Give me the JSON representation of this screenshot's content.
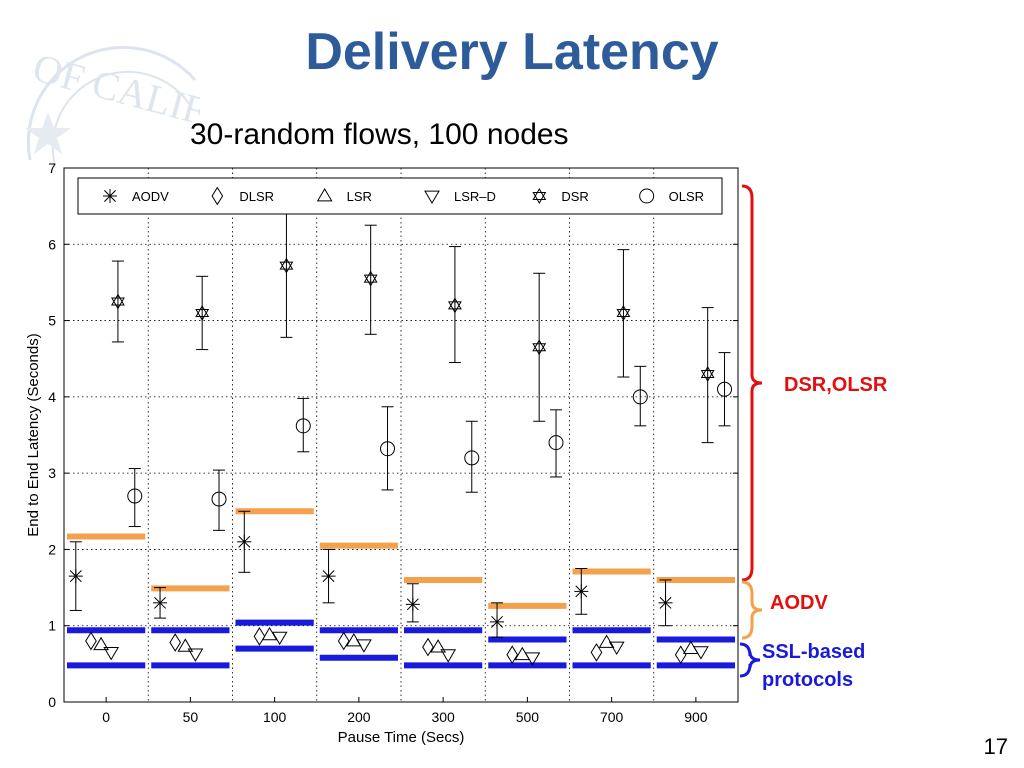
{
  "slide": {
    "title": "Delivery Latency",
    "subtitle": "30-random flows, 100 nodes",
    "page_number": "17",
    "seal_text": "OF CALIF"
  },
  "colors": {
    "title": "#2e5c9b",
    "orange_band": "#f5a04a",
    "blue_band": "#1a1adc",
    "red_brace": "#e01010",
    "blue_text": "#1a1adc"
  },
  "annotations": [
    {
      "id": "dsr-olsr",
      "text": "DSR,OLSR",
      "color": "#e01010"
    },
    {
      "id": "aodv",
      "text": "AODV",
      "color": "#e01010"
    },
    {
      "id": "ssl",
      "text": "SSL-based\nprotocols",
      "color": "#1a1adc"
    }
  ],
  "chart_data": {
    "type": "scatter",
    "xlabel": "Pause Time (Secs)",
    "ylabel": "End to End Latency (Seconds)",
    "categories": [
      "0",
      "50",
      "100",
      "200",
      "300",
      "500",
      "700",
      "900"
    ],
    "ylim": [
      0,
      7
    ],
    "yticks": [
      0,
      1,
      2,
      3,
      4,
      5,
      6,
      7
    ],
    "grid": true,
    "legend_position": "top",
    "series": [
      {
        "name": "AODV",
        "marker": "star",
        "values": [
          1.65,
          1.3,
          2.1,
          1.65,
          1.28,
          1.05,
          1.45,
          1.3
        ],
        "err_low": [
          1.2,
          1.1,
          1.7,
          1.3,
          1.05,
          0.85,
          1.15,
          1.0
        ],
        "err_high": [
          2.1,
          1.5,
          2.5,
          2.0,
          1.55,
          1.3,
          1.75,
          1.6
        ]
      },
      {
        "name": "DLSR",
        "marker": "diamond",
        "values": [
          0.8,
          0.78,
          0.86,
          0.8,
          0.72,
          0.62,
          0.65,
          0.62
        ]
      },
      {
        "name": "LSR",
        "marker": "triangle-up",
        "values": [
          0.75,
          0.73,
          0.88,
          0.8,
          0.72,
          0.62,
          0.78,
          0.7
        ]
      },
      {
        "name": "LSR-D",
        "marker": "triangle-down",
        "values": [
          0.65,
          0.63,
          0.85,
          0.75,
          0.62,
          0.58,
          0.72,
          0.66
        ]
      },
      {
        "name": "DSR",
        "marker": "hexagram",
        "values": [
          5.25,
          5.1,
          5.72,
          5.55,
          5.2,
          4.65,
          5.1,
          4.3
        ],
        "err_low": [
          4.72,
          4.62,
          4.78,
          4.82,
          4.45,
          3.68,
          4.26,
          3.4
        ],
        "err_high": [
          5.78,
          5.58,
          6.45,
          6.25,
          5.97,
          5.62,
          5.93,
          5.17
        ]
      },
      {
        "name": "OLSR",
        "marker": "circle",
        "values": [
          2.7,
          2.66,
          3.62,
          3.32,
          3.2,
          3.4,
          4.0,
          4.1
        ],
        "err_low": [
          2.3,
          2.25,
          3.28,
          2.78,
          2.75,
          2.95,
          3.62,
          3.62
        ],
        "err_high": [
          3.06,
          3.04,
          3.98,
          3.87,
          3.68,
          3.83,
          4.4,
          4.58
        ]
      }
    ],
    "orange_bands": [
      2.17,
      1.49,
      2.5,
      2.05,
      1.6,
      1.26,
      1.71,
      1.6
    ],
    "blue_bands_upper": [
      0.94,
      0.94,
      1.04,
      0.94,
      0.94,
      0.82,
      0.94,
      0.82
    ],
    "blue_bands_lower": [
      0.48,
      0.48,
      0.7,
      0.58,
      0.48,
      0.48,
      0.48,
      0.48
    ]
  }
}
